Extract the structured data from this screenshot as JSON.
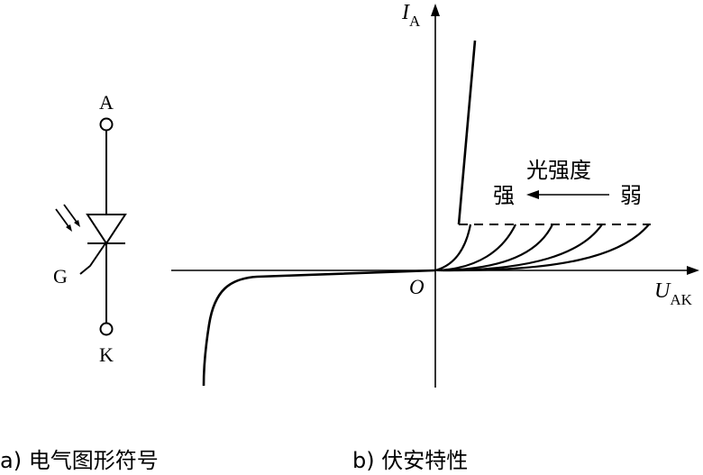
{
  "symbol": {
    "anode_label": "A",
    "cathode_label": "K",
    "gate_label": "G"
  },
  "characteristic": {
    "y_axis_symbol": "I",
    "y_axis_subscript": "A",
    "x_axis_symbol": "U",
    "x_axis_subscript": "AK",
    "origin_label": "O",
    "light_intensity_label": "光强度",
    "strong_label": "强",
    "weak_label": "弱"
  },
  "captions": {
    "a": "a) 电气图形符号",
    "b": "b) 伏安特性"
  },
  "colors": {
    "ink": "#000000",
    "background": "#ffffff"
  }
}
